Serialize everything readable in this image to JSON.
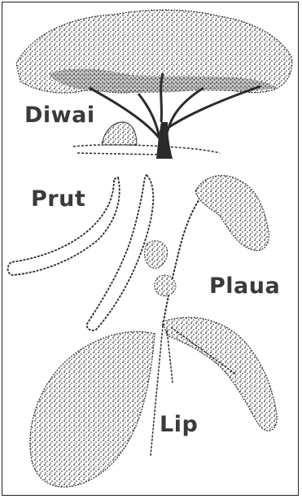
{
  "labels": {
    "tree": "Diwai",
    "fruit": "Prut",
    "flower": "Plaua",
    "leaf": "Lip"
  },
  "colors": {
    "ink": "#2b2b2b",
    "label": "#3a3a3a",
    "background": "#ffffff"
  }
}
